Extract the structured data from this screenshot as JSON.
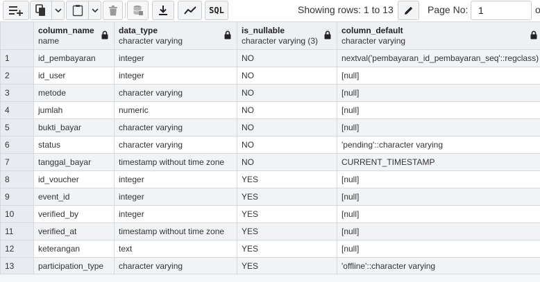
{
  "toolbar": {
    "rows_label": "Showing rows: 1 to 13",
    "page_label": "Page No:",
    "page_value": "1",
    "sql_label": "SQL",
    "truncated_label": "o"
  },
  "grid": {
    "columns": [
      {
        "name": "column_name",
        "type": "name"
      },
      {
        "name": "data_type",
        "type": "character varying"
      },
      {
        "name": "is_nullable",
        "type": "character varying (3)"
      },
      {
        "name": "column_default",
        "type": "character varying"
      }
    ],
    "rows": [
      {
        "num": "1",
        "column_name": "id_pembayaran",
        "data_type": "integer",
        "is_nullable": "NO",
        "column_default": "nextval('pembayaran_id_pembayaran_seq'::regclass)"
      },
      {
        "num": "2",
        "column_name": "id_user",
        "data_type": "integer",
        "is_nullable": "NO",
        "column_default": "[null]"
      },
      {
        "num": "3",
        "column_name": "metode",
        "data_type": "character varying",
        "is_nullable": "NO",
        "column_default": "[null]"
      },
      {
        "num": "4",
        "column_name": "jumlah",
        "data_type": "numeric",
        "is_nullable": "NO",
        "column_default": "[null]"
      },
      {
        "num": "5",
        "column_name": "bukti_bayar",
        "data_type": "character varying",
        "is_nullable": "NO",
        "column_default": "[null]"
      },
      {
        "num": "6",
        "column_name": "status",
        "data_type": "character varying",
        "is_nullable": "NO",
        "column_default": "'pending'::character varying"
      },
      {
        "num": "7",
        "column_name": "tanggal_bayar",
        "data_type": "timestamp without time zone",
        "is_nullable": "NO",
        "column_default": "CURRENT_TIMESTAMP"
      },
      {
        "num": "8",
        "column_name": "id_voucher",
        "data_type": "integer",
        "is_nullable": "YES",
        "column_default": "[null]"
      },
      {
        "num": "9",
        "column_name": "event_id",
        "data_type": "integer",
        "is_nullable": "YES",
        "column_default": "[null]"
      },
      {
        "num": "10",
        "column_name": "verified_by",
        "data_type": "integer",
        "is_nullable": "YES",
        "column_default": "[null]"
      },
      {
        "num": "11",
        "column_name": "verified_at",
        "data_type": "timestamp without time zone",
        "is_nullable": "YES",
        "column_default": "[null]"
      },
      {
        "num": "12",
        "column_name": "keterangan",
        "data_type": "text",
        "is_nullable": "YES",
        "column_default": "[null]"
      },
      {
        "num": "13",
        "column_name": "participation_type",
        "data_type": "character varying",
        "is_nullable": "YES",
        "column_default": "'offline'::character varying"
      }
    ]
  }
}
